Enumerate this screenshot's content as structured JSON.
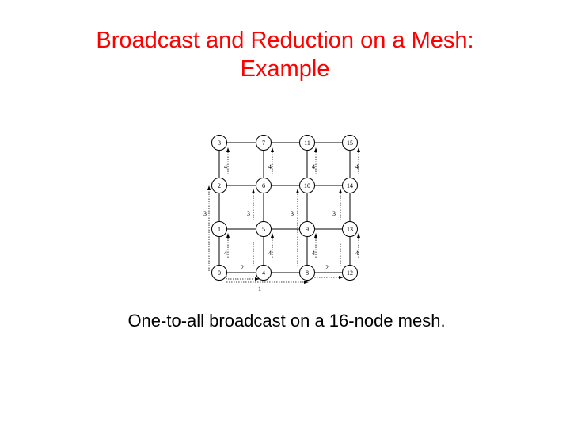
{
  "title": {
    "line1": "Broadcast and Reduction on a Mesh:",
    "line2": "Example"
  },
  "caption": "One-to-all broadcast on a 16-node mesh.",
  "colors": {
    "title": "#ff0000",
    "text": "#000000",
    "stroke": "#000000"
  },
  "mesh": {
    "rows": [
      [
        "3",
        "7",
        "11",
        "15"
      ],
      [
        "2",
        "6",
        "10",
        "14"
      ],
      [
        "1",
        "5",
        "9",
        "13"
      ],
      [
        "0",
        "4",
        "8",
        "12"
      ]
    ],
    "step_labels": {
      "row0_to_col2": "1",
      "col0_to_col1": "2",
      "col2_to_col3": "2",
      "column_lower_half": "3",
      "column_upper_pairs": "4"
    }
  }
}
